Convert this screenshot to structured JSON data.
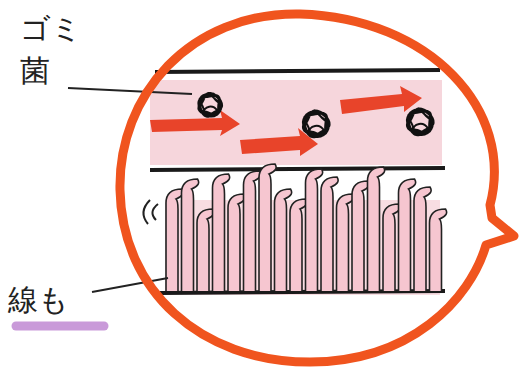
{
  "diagram": {
    "labels": [
      "ゴミ",
      "菌",
      "線も"
    ]
  }
}
